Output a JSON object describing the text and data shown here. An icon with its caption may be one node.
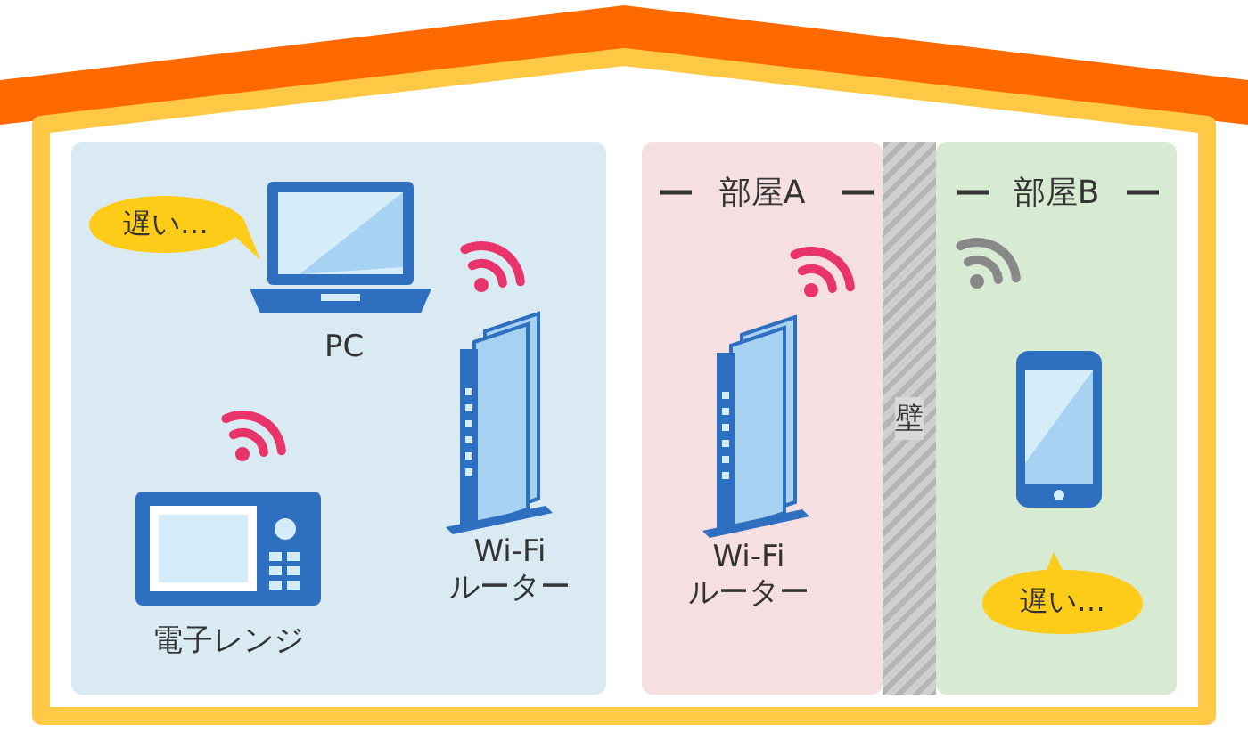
{
  "diagram": {
    "nodes": [
      {
        "text": [],
        "shape": "box"
      },
      {
        "text": [
          "部屋A"
        ]
      },
      {
        "text": [
          "壁"
        ]
      },
      {
        "text": [
          "部屋B"
        ]
      },
      {
        "text": [
          "遅い…"
        ],
        "in": 0
      },
      {
        "text": [
          "遅い…"
        ],
        "in": 3
      }
    ],
    "labels": [
      "PC",
      "Wi-Fi ルーター",
      "電子レンジ",
      "Wi-Fi ルーター"
    ]
  }
}
